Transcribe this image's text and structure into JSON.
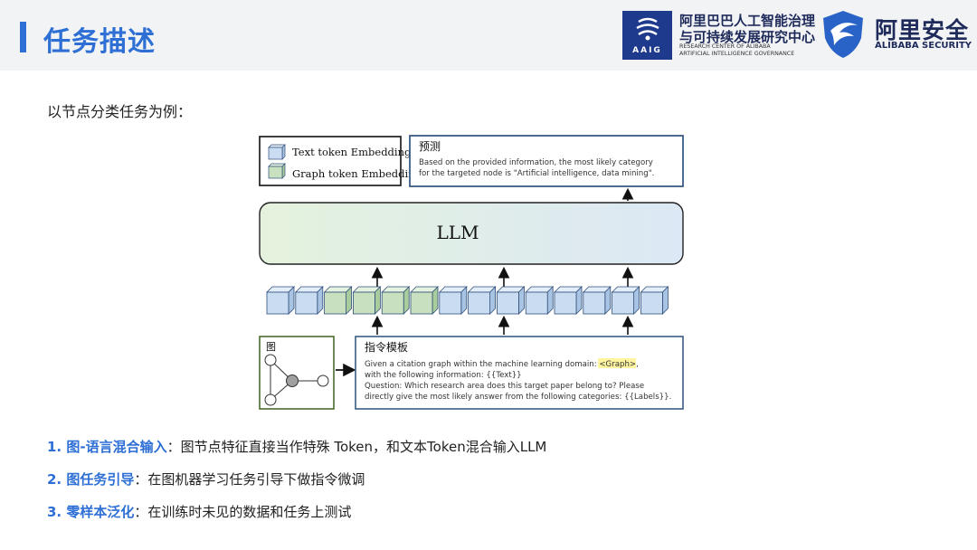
{
  "header": {
    "title": "任务描述",
    "aaig_badge": "AAIG",
    "aaig_name_line1": "阿里巴巴人工智能治理",
    "aaig_name_line2": "与可持续发展研究中心",
    "aaig_en_line1": "RESEARCH CENTER OF ALIBABA",
    "aaig_en_line2": "ARTIFICIAL INTELLIGENCE GOVERNANCE",
    "security_cn": "阿里安全",
    "security_en": "ALIBABA SECURITY",
    "logo_icons": [
      "aaig-logo-icon",
      "shield-logo-icon"
    ]
  },
  "intro": "以节点分类任务为例：",
  "diagram": {
    "legend": {
      "text_token": "Text token Embedding",
      "graph_token": "Graph token Embedding"
    },
    "prediction": {
      "title": "预测",
      "line1": "Based on the provided information, the most likely category",
      "line2": "for the targeted node is \"Artificial intelligence, data mining\"."
    },
    "llm_label": "LLM",
    "token_sequence": [
      "text",
      "text",
      "graph",
      "graph",
      "graph",
      "graph",
      "text",
      "text",
      "text",
      "text",
      "text",
      "text",
      "text",
      "text"
    ],
    "graph_box": {
      "title": "图"
    },
    "instruction": {
      "title": "指令模板",
      "line1_prefix": "Given a citation graph within the machine learning domain: ",
      "line1_highlight": "<Graph>",
      "line1_suffix": ",",
      "line2": "with the following information: {{Text}}",
      "line3": "Question: Which research area does this target paper belong to? Please",
      "line4": "directly give the most likely answer from the following categories: {{Labels}}."
    },
    "colors": {
      "text_token_front": "#c9dcf2",
      "graph_token_front": "#c8e0bf",
      "llm_left": "#e4f2dd",
      "llm_right": "#dce8f5",
      "pred_border": "#3b5b86",
      "graph_border": "#4a6b2e",
      "highlight": "#fff5a0"
    }
  },
  "bullets": [
    {
      "bold": "1. 图-语言混合输入",
      "text": "：图节点特征直接当作特殊 Token，和文本Token混合输入LLM"
    },
    {
      "bold": "2. 图任务引导",
      "text": "：在图机器学习任务引导下做指令微调"
    },
    {
      "bold": "3. 零样本泛化",
      "text": "：在训练时未见的数据和任务上测试"
    }
  ],
  "accent_color": "#2e6fd6"
}
